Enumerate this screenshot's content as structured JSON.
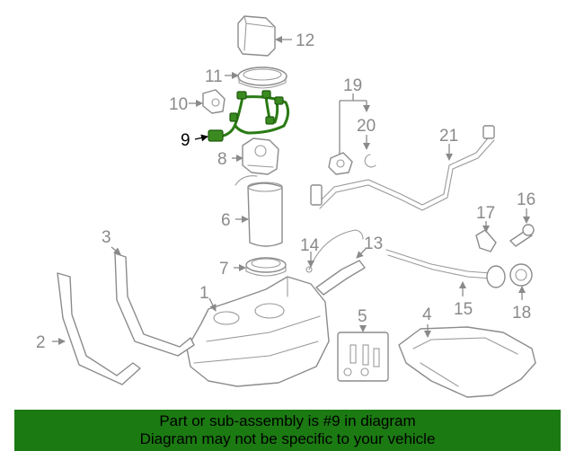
{
  "diagram": {
    "highlight_color": "#2f8a17",
    "highlighted_part": "9",
    "callouts": [
      "1",
      "2",
      "3",
      "4",
      "5",
      "6",
      "7",
      "8",
      "9",
      "10",
      "11",
      "12",
      "13",
      "14",
      "15",
      "16",
      "17",
      "18",
      "19",
      "20",
      "21"
    ]
  },
  "banner": {
    "line1": "Part or sub-assembly is #9 in diagram",
    "line2": "Diagram may not be specific to your vehicle",
    "background": "#1b7a12"
  }
}
